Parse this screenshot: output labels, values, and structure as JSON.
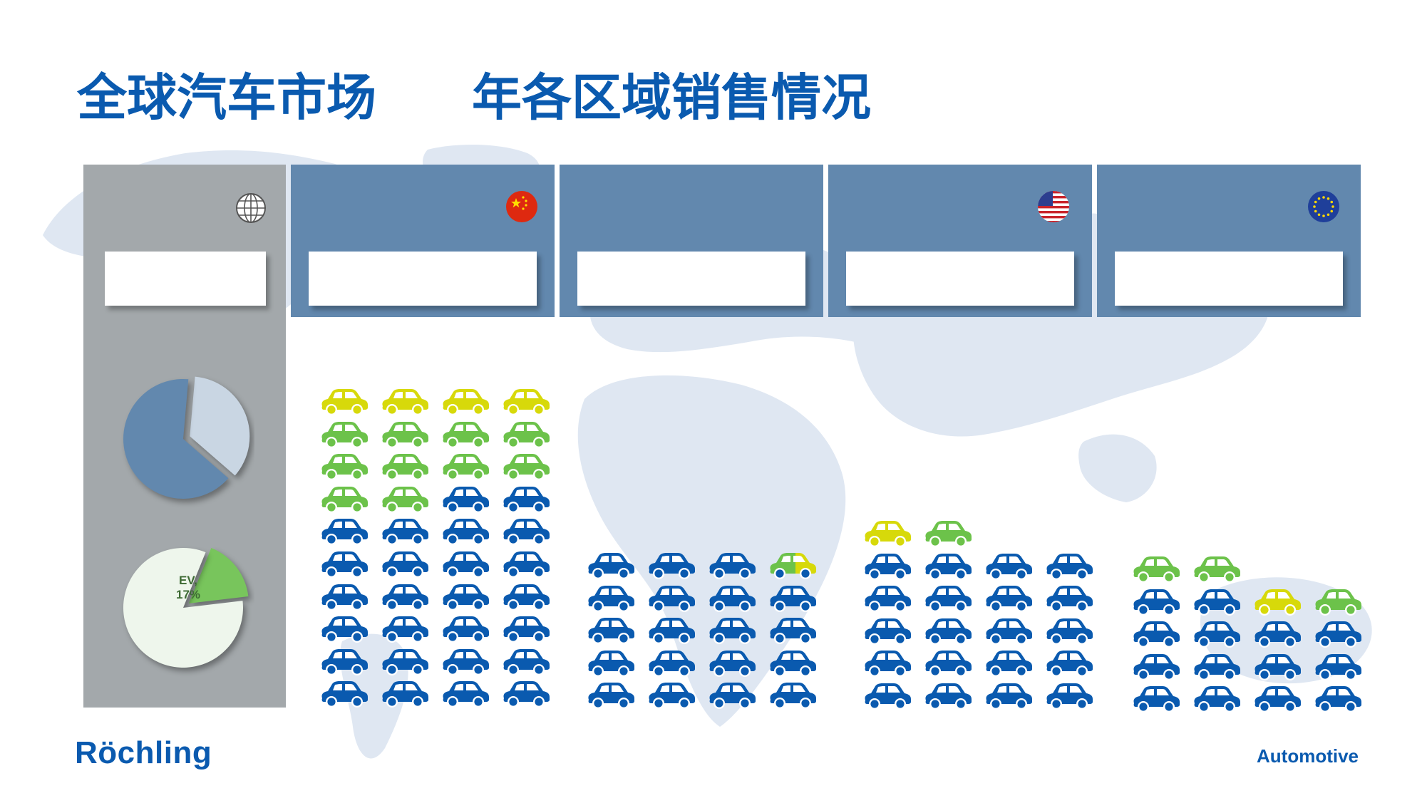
{
  "title_left": "全球汽车市场",
  "title_right": "年各区域销售情况",
  "colors": {
    "title": "#0a5aaf",
    "region_header": "#6288ae",
    "global_column": "#a3a8ab",
    "car_blue": "#0a5aaf",
    "car_green": "#6cc24a",
    "car_yellow": "#d7d90a",
    "pie_dark": "#6288ae",
    "pie_light": "#c9d6e3",
    "pie_ev": "#78c55c",
    "pie_rest": "#eef6ec"
  },
  "region_icons": [
    "globe-icon",
    "china-flag-icon",
    "",
    "usa-flag-icon",
    "eu-flag-icon"
  ],
  "pie_ev_label_line1": "EV,",
  "pie_ev_label_line2": "17%",
  "pie_charts": [
    {
      "slices": [
        65,
        35
      ]
    },
    {
      "slices": [
        17,
        83
      ]
    }
  ],
  "car_groups": [
    {
      "region": "china",
      "rows": [
        [
          "yellow",
          "yellow",
          "yellow",
          "yellow"
        ],
        [
          "green",
          "green",
          "green",
          "green"
        ],
        [
          "green",
          "green",
          "green",
          "green"
        ],
        [
          "green",
          "green",
          "blue",
          "blue"
        ],
        [
          "blue",
          "blue",
          "blue",
          "blue"
        ],
        [
          "blue",
          "blue",
          "blue",
          "blue"
        ],
        [
          "blue",
          "blue",
          "blue",
          "blue"
        ],
        [
          "blue",
          "blue",
          "blue",
          "blue"
        ],
        [
          "blue",
          "blue",
          "blue",
          "blue"
        ],
        [
          "blue",
          "blue",
          "blue",
          "blue"
        ]
      ]
    },
    {
      "region": "region-2",
      "rows": [
        [
          "blue",
          "blue",
          "blue",
          "green-yellow"
        ],
        [
          "blue",
          "blue",
          "blue",
          "blue"
        ],
        [
          "blue",
          "blue",
          "blue",
          "blue"
        ],
        [
          "blue",
          "blue",
          "blue",
          "blue"
        ],
        [
          "blue",
          "blue",
          "blue",
          "blue"
        ]
      ]
    },
    {
      "region": "usa",
      "rows": [
        [
          "yellow",
          "green"
        ],
        [
          "blue",
          "blue",
          "blue",
          "blue"
        ],
        [
          "blue",
          "blue",
          "blue",
          "blue"
        ],
        [
          "blue",
          "blue",
          "blue",
          "blue"
        ],
        [
          "blue",
          "blue",
          "blue",
          "blue"
        ],
        [
          "blue",
          "blue",
          "blue",
          "blue"
        ]
      ]
    },
    {
      "region": "eu",
      "rows": [
        [
          "green",
          "green"
        ],
        [
          "blue",
          "blue",
          "yellow",
          "green"
        ],
        [
          "blue",
          "blue",
          "blue",
          "blue"
        ],
        [
          "blue",
          "blue",
          "blue",
          "blue"
        ],
        [
          "blue",
          "blue",
          "blue",
          "blue"
        ]
      ]
    }
  ],
  "brand": "Röchling",
  "brand_suffix": "Automotive"
}
